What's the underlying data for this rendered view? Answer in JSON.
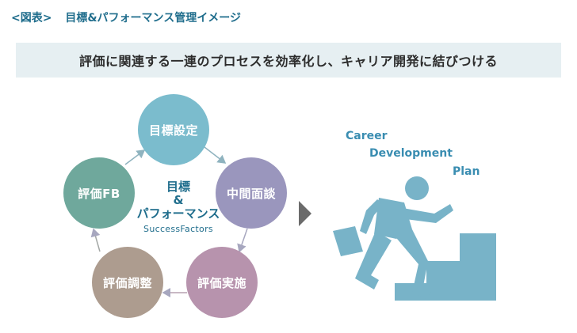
{
  "caption": {
    "label": "<図表>",
    "title": "目標&パフォーマンス管理イメージ"
  },
  "banner": "評価に関連する一連のプロセスを効率化し、キャリア開発に結びつける",
  "cycle": {
    "nodes": [
      {
        "label": "目標設定",
        "color": "#7bbccd"
      },
      {
        "label": "中間面談",
        "color": "#9a96bd"
      },
      {
        "label": "評価実施",
        "color": "#b793ad"
      },
      {
        "label": "評価調整",
        "color": "#ad9c8f"
      },
      {
        "label": "評価FB",
        "color": "#6fa89c"
      }
    ],
    "center": {
      "line1": "目標",
      "line2": "&",
      "line3": "パフォーマンス",
      "line4": "SuccessFactors"
    }
  },
  "career": {
    "line1": "Career",
    "line2": "Development",
    "line3": "Plan"
  },
  "colors": {
    "accent": "#1f6d8c",
    "figure": "#78b3c8",
    "arrow": "#6b6b6b"
  }
}
